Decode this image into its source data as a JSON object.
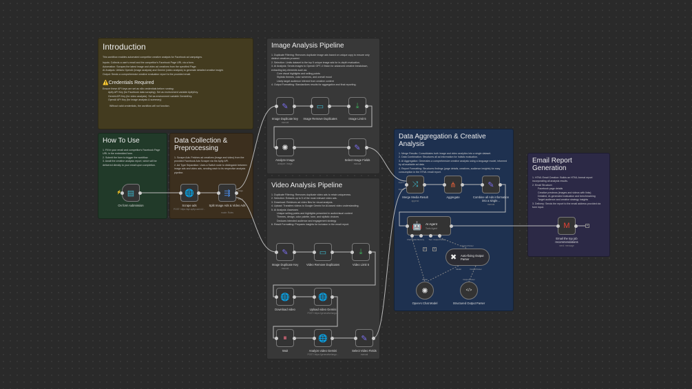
{
  "notes": {
    "intro": {
      "title": "Introduction",
      "desc": "This workflow enables automated competitor creative analysis for Facebook ad campaigns.",
      "bullets": [
        "Inputs: Collects a user's email and the competitor's Facebook Page URL via a form.",
        "Automation: Scrapes the latest image and video ad creatives from the specified Page.",
        "AI Analysis: Utilizes OpenAI (image analysis) and Gemini (video analysis) to generate detailed creative insight.",
        "Output: Sends a comprehensive creative evaluation report to the provided email."
      ],
      "cred_title": "⚠️Credentials Required",
      "cred_intro": "Ensure these API keys are set as n8n credentials before running:",
      "cred_items": [
        "Apify API Key (for Facebook data scraping). Set as environment variable ApifyKey.",
        "Gemini API Key (for video analysis). Set as environment variable GeminiKey.",
        "OpenAI API Key (for image analysis & summary)"
      ],
      "cred_footer": "Without valid credentials, the workflow will not function."
    },
    "howto": {
      "title": "How To Use",
      "items": [
        "1. Fill in your email and competitor's Facebook Page URL in the embedded form.",
        "2. Submit the form to trigger the workflow.",
        "3. Await the creative analysis report, which will be delivered directly to your email upon completion."
      ]
    },
    "collect": {
      "title": "Data Collection & Preprocessing",
      "items": [
        "1. Scrape Ads: Fetches ad creatives (image and video) from the provided Facebook Ads Scraper via the Apify API.",
        "2. Ad Type Separation: Uses a Switch node to distinguish between image ads and video ads, sending each to its respective analysis pipeline."
      ]
    },
    "image": {
      "title": "Image Analysis Pipeline",
      "items": [
        "1. Duplicate Filtering: Removes duplicate image ads based on unique copy to ensure only distinct creatives proceed.",
        "2. Selection: Limits dataset to the top 5 unique image ads for in-depth evaluation.",
        "3. AI Analysis: Sends images to OpenAI GPT-4 Vision for advanced creative breakdown, extracting key elements such as:",
        "Core visual highlights and selling points",
        "Stylistic themes, color schemes, and overall mood",
        "Likely target audience inferred from creative content",
        "4. Output Formatting: Standardizes results for aggregation and final reporting."
      ]
    },
    "video": {
      "title": "Video Analysis Pipeline",
      "items": [
        "1. Duplicate Filtering: Removes duplicate video ads to retain uniqueness.",
        "2. Selection: Extracts up to 5 of the most relevant video ads.",
        "3. Download: Retrieves ad video files for visual analysis.",
        "4. Upload: Transfers videos to Google Gemini for AI-based video understanding.",
        "5. AI Analysis: Assesses:",
        "Unique selling points and highlights presented in audio/visual content",
        "Themes, design, color palette, tone, and stylistic choices",
        "Deduces intended audience and engagement strategy",
        "6. Result Formatting: Prepares insights for inclusion in the email report."
      ]
    },
    "agg": {
      "title": "Data Aggregation & Creative Analysis",
      "items": [
        "1. Merge Results: Consolidates both image and video analytics into a single dataset.",
        "2. Data Combination: Structures all ad information for holistic evaluation.",
        "3. AI Aggregation: Generates a comprehensive creative analysis using a language model, informed by all available ad data.",
        "4. Report Formatting: Structures findings (page details, creatives, audience insights) for easy consumption in the HTML email report."
      ]
    },
    "email": {
      "title": "Email Report Generation",
      "items": [
        "1. HTML Email Creation: Builds an HTML-format report incorporating all analysis results.",
        "2. Email Structure:",
        "Facebook page details",
        "Creative previews (images and videos with links)",
        "Detailed, AI-generated evaluation and benchmarking",
        "Target audience and creative strategy insights",
        "3. Delivery: Sends the report to the email address provided via form input."
      ]
    }
  },
  "nodes": [
    {
      "id": "form",
      "label": "On form submission",
      "sub": "",
      "icon": "form-icon",
      "glyph": "▤",
      "color": "#3fb6c9"
    },
    {
      "id": "scrape",
      "label": "Scrape ads",
      "sub": "POST: https://api.apify.com/v2/...",
      "icon": "globe-icon",
      "glyph": "🌐",
      "color": "#7c6ff0"
    },
    {
      "id": "split",
      "label": "Split Image Ads & Video Ads",
      "sub": "mode: Rules",
      "icon": "switch-icon",
      "glyph": "⇶",
      "color": "#4a8ef0"
    },
    {
      "id": "imgdup",
      "label": "Image Duplicate key",
      "sub": "manual",
      "icon": "pencil-icon",
      "glyph": "✎",
      "color": "#7c6ff0"
    },
    {
      "id": "imgrem",
      "label": "Image Remove Duplicates",
      "sub": "",
      "icon": "dedupe-icon",
      "glyph": "▭",
      "color": "#3fb6c9"
    },
    {
      "id": "imglim",
      "label": "Image Limit 5",
      "sub": "",
      "icon": "limit-icon",
      "glyph": "⤓",
      "color": "#3fae5c"
    },
    {
      "id": "analyzeimg",
      "label": "Analyze Image",
      "sub": "analyze: image",
      "icon": "openai-icon",
      "glyph": "✺",
      "color": "#ddd"
    },
    {
      "id": "selimg",
      "label": "Select Image Fields",
      "sub": "manual",
      "icon": "pencil-icon",
      "glyph": "✎",
      "color": "#7c6ff0"
    },
    {
      "id": "viddup",
      "label": "Image Duplicate Key",
      "sub": "manual",
      "icon": "pencil-icon",
      "glyph": "✎",
      "color": "#7c6ff0"
    },
    {
      "id": "vidrem",
      "label": "Video Remove Duplicates",
      "sub": "",
      "icon": "dedupe-icon",
      "glyph": "▭",
      "color": "#3fb6c9"
    },
    {
      "id": "vidlim",
      "label": "Video Limit 5",
      "sub": "",
      "icon": "limit-icon",
      "glyph": "⤓",
      "color": "#3fae5c"
    },
    {
      "id": "download",
      "label": "Download video",
      "sub": "",
      "icon": "globe-icon",
      "glyph": "🌐",
      "color": "#7c6ff0"
    },
    {
      "id": "upload",
      "label": "Upload video Gemini",
      "sub": "POST: https://generativelangu...",
      "icon": "globe-icon",
      "glyph": "🌐",
      "color": "#7c6ff0"
    },
    {
      "id": "wait",
      "label": "Wait",
      "sub": "",
      "icon": "pause-icon",
      "glyph": "⏸",
      "color": "#e36a7e"
    },
    {
      "id": "analyzevid",
      "label": "Analyze video Gemini",
      "sub": "POST: https://generativelangu...",
      "icon": "globe-icon",
      "glyph": "🌐",
      "color": "#7c6ff0"
    },
    {
      "id": "selvid",
      "label": "Select Video Fields",
      "sub": "manual",
      "icon": "pencil-icon",
      "glyph": "✎",
      "color": "#7c6ff0"
    },
    {
      "id": "merge",
      "label": "Merge Media Result",
      "sub": "append",
      "icon": "merge-icon",
      "glyph": "⤨",
      "color": "#3fb6c9"
    },
    {
      "id": "aggregate",
      "label": "Aggregate",
      "sub": "",
      "icon": "aggregate-icon",
      "glyph": "⋔",
      "color": "#e0603a"
    },
    {
      "id": "combine",
      "label": "Combine all Ads information into a single...",
      "sub": "manual",
      "icon": "pencil-icon",
      "glyph": "✎",
      "color": "#7c6ff0"
    },
    {
      "id": "openai",
      "label": "OpenAI Chat Model",
      "sub": "",
      "icon": "openai-icon",
      "glyph": "✺",
      "color": "#ddd"
    },
    {
      "id": "structured",
      "label": "Structured Output Parser",
      "sub": "",
      "icon": "code-icon",
      "glyph": "</>",
      "color": "#ddd"
    },
    {
      "id": "gmail",
      "label": "Email the top job recommendations",
      "sub": "send: message",
      "icon": "gmail-icon",
      "glyph": "M",
      "color": "#ea4335"
    }
  ],
  "agent": {
    "title": "AI Agent",
    "sub": "Tools Agent",
    "ports": [
      "Chat Model",
      "Memory",
      "Tool",
      "Output Parser"
    ]
  },
  "parser": {
    "title": "Auto-fixing Output Parser",
    "port_in": "Output Parser",
    "port_model": "Model",
    "port_out": "Output Parser"
  },
  "split_outputs": [
    "Image",
    "Video"
  ],
  "merge_inputs": [
    "Input 1",
    "Input 2"
  ]
}
